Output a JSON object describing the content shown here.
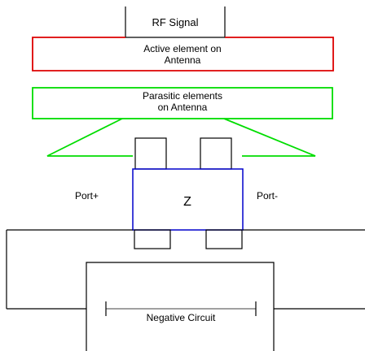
{
  "labels": {
    "rf_signal": "RF Signal",
    "active_line1": "Active element on",
    "active_line2": "Antenna",
    "parasitic_line1": "Parasitic elements",
    "parasitic_line2": "on Antenna",
    "port_plus": "Port+",
    "port_minus": "Port-",
    "impedance": "Z",
    "negative_circuit": "Negative Circuit"
  },
  "colors": {
    "active_element": "#dd0000",
    "parasitic_element": "#00dd00",
    "impedance_block": "#0000cc",
    "wire": "#000000"
  }
}
